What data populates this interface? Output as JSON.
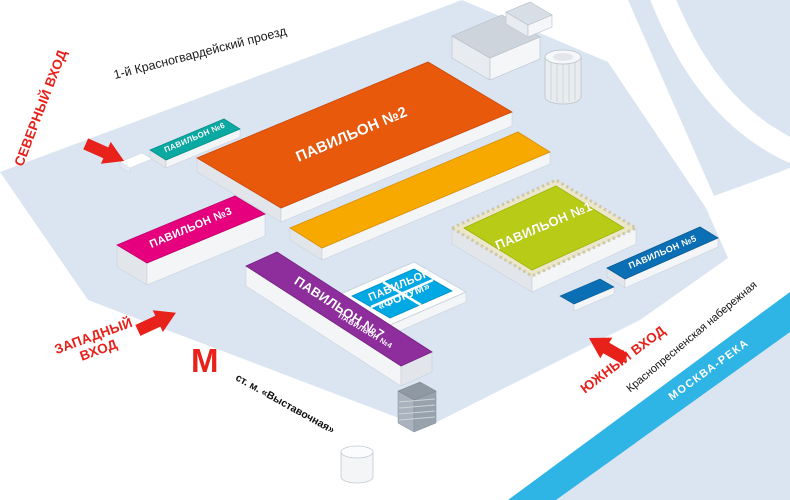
{
  "streets": {
    "north_road": "1-й Красногвардейский проезд",
    "embankment": "Краснопресненская набережная",
    "river": "МОСКВА-РЕКА"
  },
  "metro": {
    "logo_letter": "М",
    "station": "ст. м. «Выставочная»"
  },
  "entrances": {
    "north": "СЕВЕРНЫЙ ВХОД",
    "west_line1": "ЗАПАДНЫЙ",
    "west_line2": "ВХОД",
    "south": "ЮЖНЫЙ ВХОД"
  },
  "pavilions": {
    "p1": "ПАВИЛЬОН №1",
    "p2": "ПАВИЛЬОН №2",
    "p3": "ПАВИЛЬОН №3",
    "p4": "ПАВИЛЬОН №4",
    "p5": "ПАВИЛЬОН №5",
    "p6": "ПАВИЛЬОН №6",
    "p7": "ПАВИЛЬОН №7",
    "forum_line1": "ПАВИЛЬОН",
    "forum_line2": "«ФОРУМ»"
  },
  "colors": {
    "ground_block": "#dbe5f2",
    "road": "#ffffff",
    "river": "#2fb4e6",
    "accent_red": "#e8211a",
    "pavilion_1": "#b8cc17",
    "pavilion_2": "#e9590c",
    "pavilion_3": "#e6007e",
    "pavilion_4": "#d4146a",
    "pavilion_5": "#0a6fb4",
    "pavilion_6": "#0aa9a2",
    "pavilion_7": "#8e2d9c",
    "pavilion_8": "#f8a900",
    "forum": "#00a8e4"
  }
}
